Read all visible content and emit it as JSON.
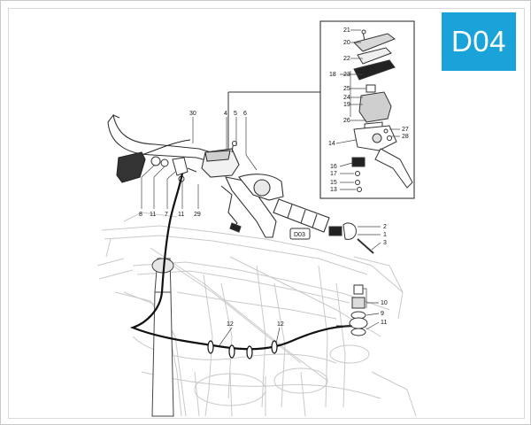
{
  "badge": {
    "text": "D04",
    "color": "#1aa3d9"
  },
  "ref_box": {
    "text": "D03"
  },
  "labels": {
    "30": "30",
    "4": "4",
    "5": "5",
    "6": "6",
    "8": "8",
    "11a": "11",
    "7": "7",
    "11b": "11",
    "29": "29",
    "21": "21",
    "20": "20",
    "22": "22",
    "18": "18",
    "23": "23",
    "25": "25",
    "24": "24",
    "19": "19",
    "26": "26",
    "27": "27",
    "28": "28",
    "14": "14",
    "16": "16",
    "17": "17",
    "15": "15",
    "13": "13",
    "2": "2",
    "1": "1",
    "3": "3",
    "10": "10",
    "9": "9",
    "11c": "11",
    "12a": "12",
    "12b": "12"
  }
}
